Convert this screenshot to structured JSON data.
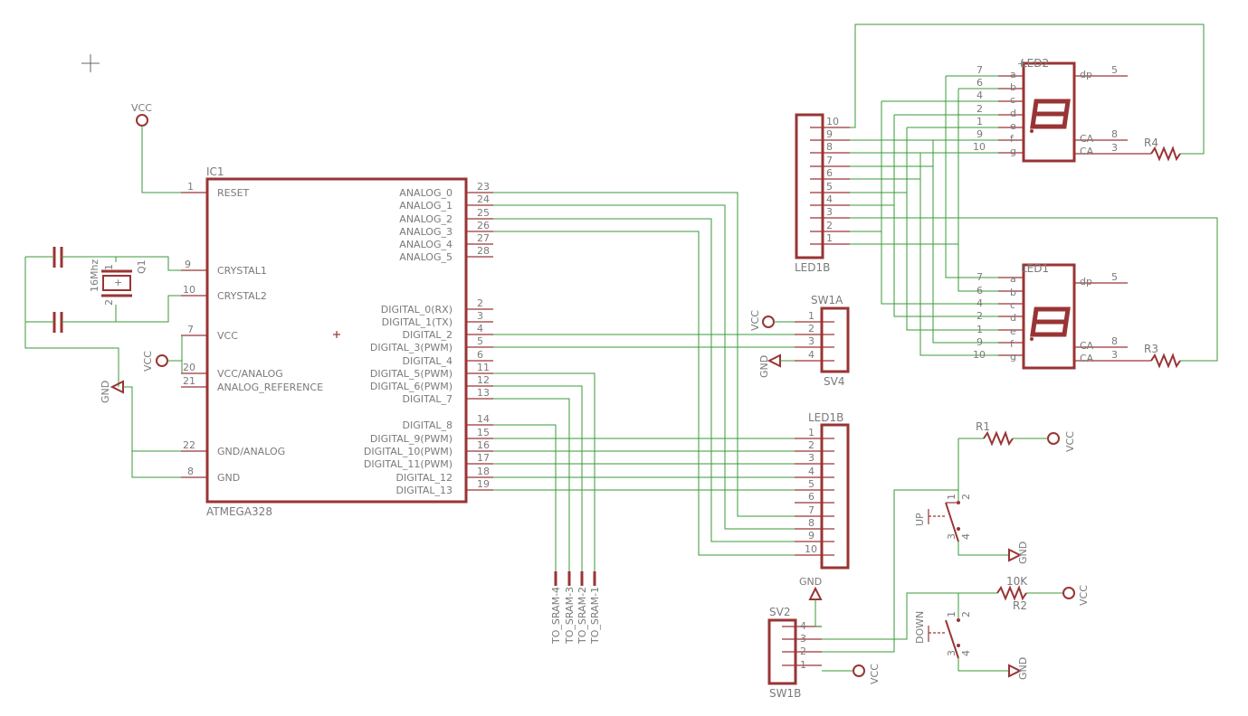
{
  "ic1": {
    "name": "IC1",
    "part": "ATMEGA328",
    "left_pins": [
      {
        "num": "1",
        "label": "RESET"
      },
      {
        "num": "9",
        "label": "CRYSTAL1"
      },
      {
        "num": "10",
        "label": "CRYSTAL2"
      },
      {
        "num": "7",
        "label": "VCC"
      },
      {
        "num": "20",
        "label": "VCC/ANALOG"
      },
      {
        "num": "21",
        "label": "ANALOG_REFERENCE"
      },
      {
        "num": "22",
        "label": "GND/ANALOG"
      },
      {
        "num": "8",
        "label": "GND"
      }
    ],
    "right_pins": [
      {
        "num": "23",
        "label": "ANALOG_0"
      },
      {
        "num": "24",
        "label": "ANALOG_1"
      },
      {
        "num": "25",
        "label": "ANALOG_2"
      },
      {
        "num": "26",
        "label": "ANALOG_3"
      },
      {
        "num": "27",
        "label": "ANALOG_4"
      },
      {
        "num": "28",
        "label": "ANALOG_5"
      },
      {
        "num": "2",
        "label": "DIGITAL_0(RX)"
      },
      {
        "num": "3",
        "label": "DIGITAL_1(TX)"
      },
      {
        "num": "4",
        "label": "DIGITAL_2"
      },
      {
        "num": "5",
        "label": "DIGITAL_3(PWM)"
      },
      {
        "num": "6",
        "label": "DIGITAL_4"
      },
      {
        "num": "11",
        "label": "DIGITAL_5(PWM)"
      },
      {
        "num": "12",
        "label": "DIGITAL_6(PWM)"
      },
      {
        "num": "13",
        "label": "DIGITAL_7"
      },
      {
        "num": "14",
        "label": "DIGITAL_8"
      },
      {
        "num": "15",
        "label": "DIGITAL_9(PWM)"
      },
      {
        "num": "16",
        "label": "DIGITAL_10(PWM)"
      },
      {
        "num": "17",
        "label": "DIGITAL_11(PWM)"
      },
      {
        "num": "18",
        "label": "DIGITAL_12"
      },
      {
        "num": "19",
        "label": "DIGITAL_13"
      }
    ]
  },
  "crystal": {
    "name": "Q1",
    "value": "16Mhz",
    "pin1": "1",
    "pin2": "2"
  },
  "power": {
    "vcc": "VCC",
    "gnd": "GND"
  },
  "connector_led1b_upper": {
    "name": "LED1B",
    "pins": [
      "10",
      "9",
      "8",
      "7",
      "6",
      "5",
      "4",
      "3",
      "2",
      "1"
    ]
  },
  "connector_led1b_lower": {
    "name": "LED1B",
    "pins": [
      "1",
      "2",
      "3",
      "4",
      "5",
      "6",
      "7",
      "8",
      "9",
      "10"
    ]
  },
  "sw1a": {
    "name": "SW1A",
    "subname": "SV4",
    "pins": [
      "1",
      "2",
      "3",
      "4"
    ]
  },
  "sv2": {
    "name": "SV2",
    "subname": "SW1B",
    "pins": [
      "4",
      "3",
      "2",
      "1"
    ]
  },
  "led2": {
    "name": "LED2",
    "left_nums": [
      "7",
      "6",
      "4",
      "2",
      "1",
      "9",
      "10"
    ],
    "left_labels": [
      "a",
      "b",
      "c",
      "d",
      "e",
      "f",
      "g"
    ],
    "right_labels": [
      "dp",
      "CA",
      "CA"
    ],
    "right_nums": [
      "5",
      "8",
      "3"
    ]
  },
  "led1": {
    "name": "LED1",
    "left_nums": [
      "7",
      "6",
      "4",
      "2",
      "1",
      "9",
      "10"
    ],
    "left_labels": [
      "a",
      "b",
      "c",
      "d",
      "e",
      "f",
      "g"
    ],
    "right_labels": [
      "dp",
      "CA",
      "CA"
    ],
    "right_nums": [
      "5",
      "8",
      "3"
    ]
  },
  "resistors": {
    "r1": "R1",
    "r2": "R2",
    "r2_value": "10K",
    "r3": "R3",
    "r4": "R4"
  },
  "switches": {
    "up": "UP",
    "down": "DOWN",
    "p1": "1",
    "p2": "2",
    "p3": "3",
    "p4": "4"
  },
  "sram": [
    "TO_SRAM-4",
    "TO_SRAM-3",
    "TO_SRAM-2",
    "TO_SRAM-1"
  ]
}
